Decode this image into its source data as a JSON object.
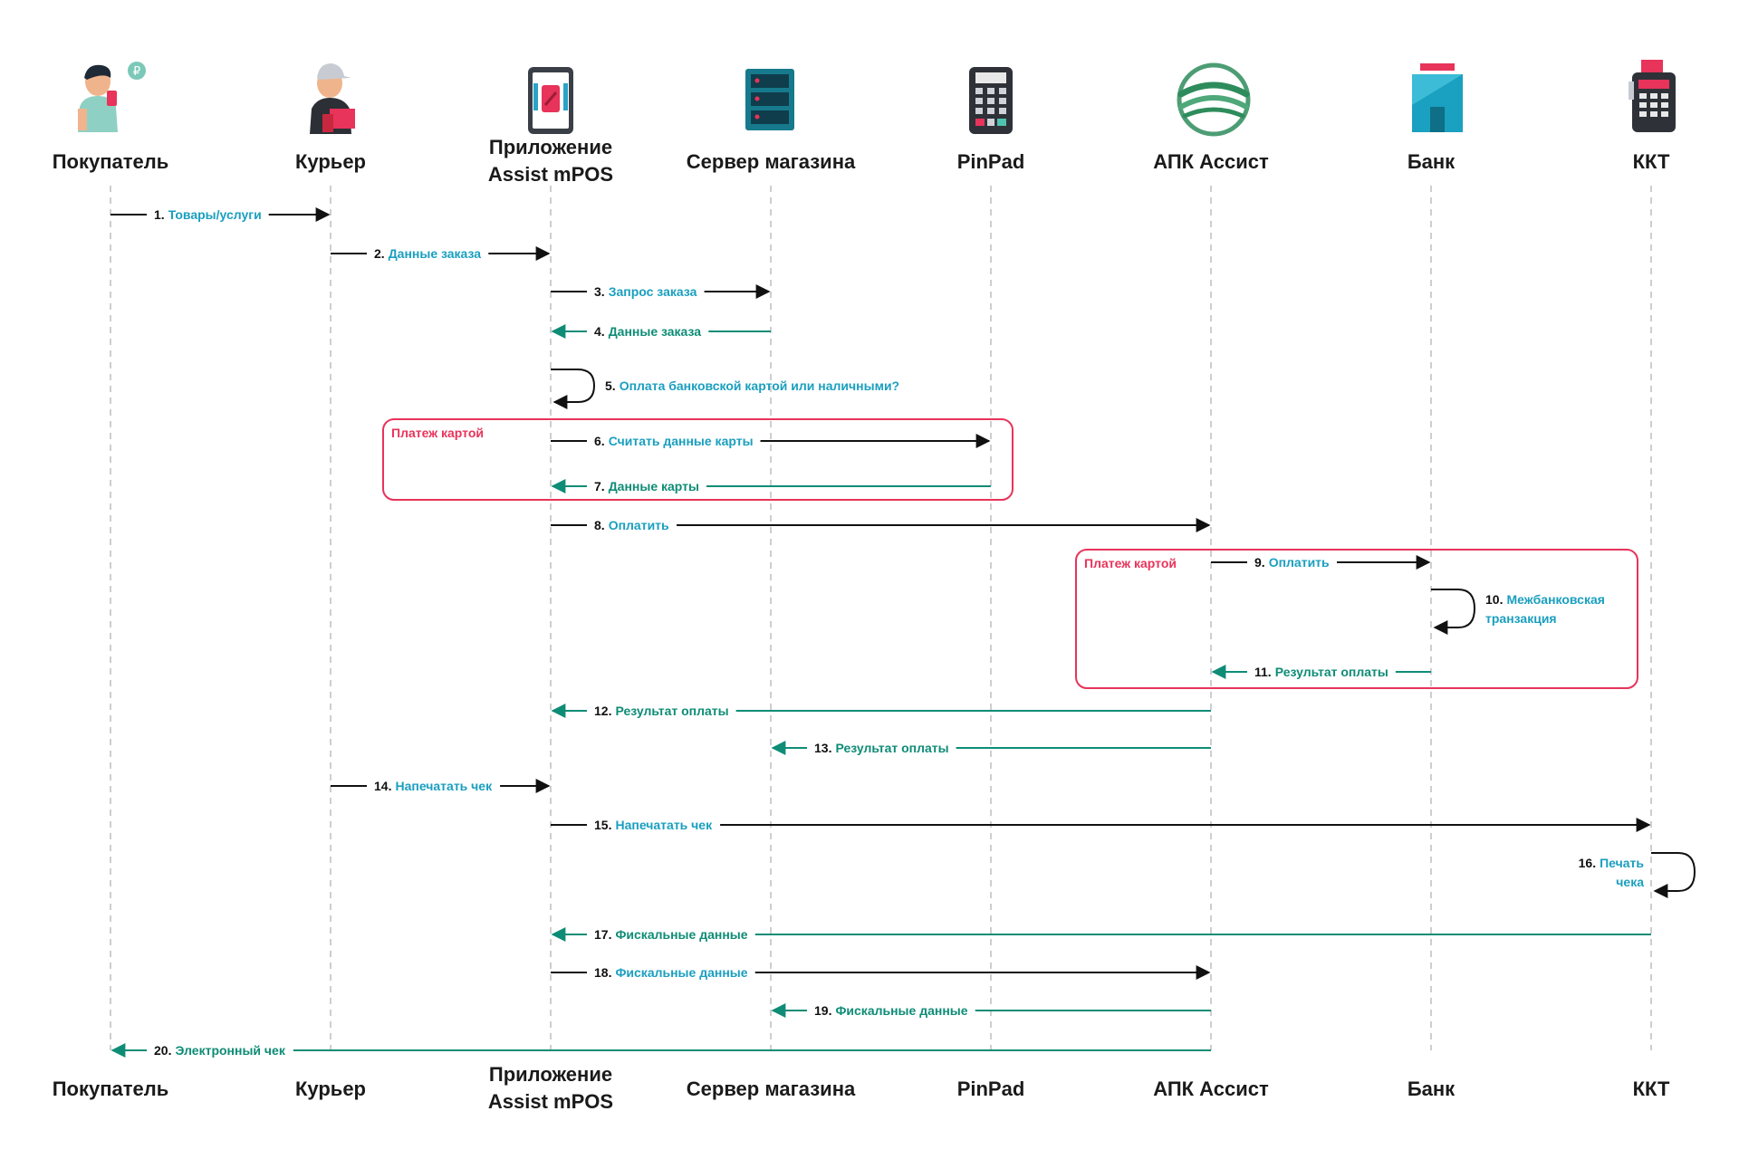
{
  "colors": {
    "request": "#111111",
    "response": "#0e8c76",
    "label_text": "#1a9fbf",
    "response_text": "#0e8c76",
    "frame": "#e8335a",
    "lifeline": "#bdbdbd"
  },
  "actors": [
    {
      "id": "buyer",
      "label": [
        "Покупатель"
      ],
      "icon": "buyer-person-icon"
    },
    {
      "id": "courier",
      "label": [
        "Курьер"
      ],
      "icon": "courier-icon"
    },
    {
      "id": "app",
      "label": [
        "Приложение",
        "Assist mPOS"
      ],
      "icon": "smartphone-icon"
    },
    {
      "id": "server",
      "label": [
        "Сервер магазина"
      ],
      "icon": "server-rack-icon"
    },
    {
      "id": "pinpad",
      "label": [
        "PinPad"
      ],
      "icon": "pinpad-icon"
    },
    {
      "id": "apk",
      "label": [
        "АПК Ассист"
      ],
      "icon": "assist-logo-icon"
    },
    {
      "id": "bank",
      "label": [
        "Банк"
      ],
      "icon": "bank-building-icon"
    },
    {
      "id": "kkt",
      "label": [
        "ККТ"
      ],
      "icon": "cash-register-icon"
    }
  ],
  "frames": [
    {
      "label": "Платеж картой",
      "from_actor": "app",
      "to_actor": "pinpad",
      "first_msg": 6,
      "last_msg": 7
    },
    {
      "label": "Платеж картой",
      "from_actor": "apk",
      "to_actor": "bank",
      "first_msg": 9,
      "last_msg": 11
    }
  ],
  "messages": [
    {
      "n": "1.",
      "text": [
        "Товары/услуги"
      ],
      "from": "buyer",
      "to": "courier",
      "kind": "request"
    },
    {
      "n": "2.",
      "text": [
        "Данные заказа"
      ],
      "from": "courier",
      "to": "app",
      "kind": "request"
    },
    {
      "n": "3.",
      "text": [
        "Запрос заказа"
      ],
      "from": "app",
      "to": "server",
      "kind": "request"
    },
    {
      "n": "4.",
      "text": [
        "Данные заказа"
      ],
      "from": "server",
      "to": "app",
      "kind": "response"
    },
    {
      "n": "5.",
      "text": [
        "Оплата банковской картой или наличными?"
      ],
      "from": "app",
      "to": "app",
      "kind": "self"
    },
    {
      "n": "6.",
      "text": [
        "Считать данные карты"
      ],
      "from": "app",
      "to": "pinpad",
      "kind": "request"
    },
    {
      "n": "7.",
      "text": [
        "Данные карты"
      ],
      "from": "pinpad",
      "to": "app",
      "kind": "response"
    },
    {
      "n": "8.",
      "text": [
        "Оплатить"
      ],
      "from": "app",
      "to": "apk",
      "kind": "request"
    },
    {
      "n": "9.",
      "text": [
        "Оплатить"
      ],
      "from": "apk",
      "to": "bank",
      "kind": "request"
    },
    {
      "n": "10.",
      "text": [
        "Межбанковская",
        "транзакция"
      ],
      "from": "bank",
      "to": "bank",
      "kind": "self"
    },
    {
      "n": "11.",
      "text": [
        "Результат оплаты"
      ],
      "from": "bank",
      "to": "apk",
      "kind": "response"
    },
    {
      "n": "12.",
      "text": [
        "Результат оплаты"
      ],
      "from": "apk",
      "to": "app",
      "kind": "response"
    },
    {
      "n": "13.",
      "text": [
        "Результат оплаты"
      ],
      "from": "apk",
      "to": "server",
      "kind": "response"
    },
    {
      "n": "14.",
      "text": [
        "Напечатать чек"
      ],
      "from": "courier",
      "to": "app",
      "kind": "request"
    },
    {
      "n": "15.",
      "text": [
        "Напечатать чек"
      ],
      "from": "app",
      "to": "kkt",
      "kind": "request"
    },
    {
      "n": "16.",
      "text": [
        "Печать",
        "чека"
      ],
      "from": "kkt",
      "to": "kkt",
      "kind": "self_left"
    },
    {
      "n": "17.",
      "text": [
        "Фискальные данные"
      ],
      "from": "kkt",
      "to": "app",
      "kind": "response"
    },
    {
      "n": "18.",
      "text": [
        "Фискальные данные"
      ],
      "from": "app",
      "to": "apk",
      "kind": "request"
    },
    {
      "n": "19.",
      "text": [
        "Фискальные данные"
      ],
      "from": "apk",
      "to": "server",
      "kind": "response"
    },
    {
      "n": "20.",
      "text": [
        "Электронный чек"
      ],
      "from": "apk",
      "to": "buyer",
      "kind": "response"
    }
  ]
}
